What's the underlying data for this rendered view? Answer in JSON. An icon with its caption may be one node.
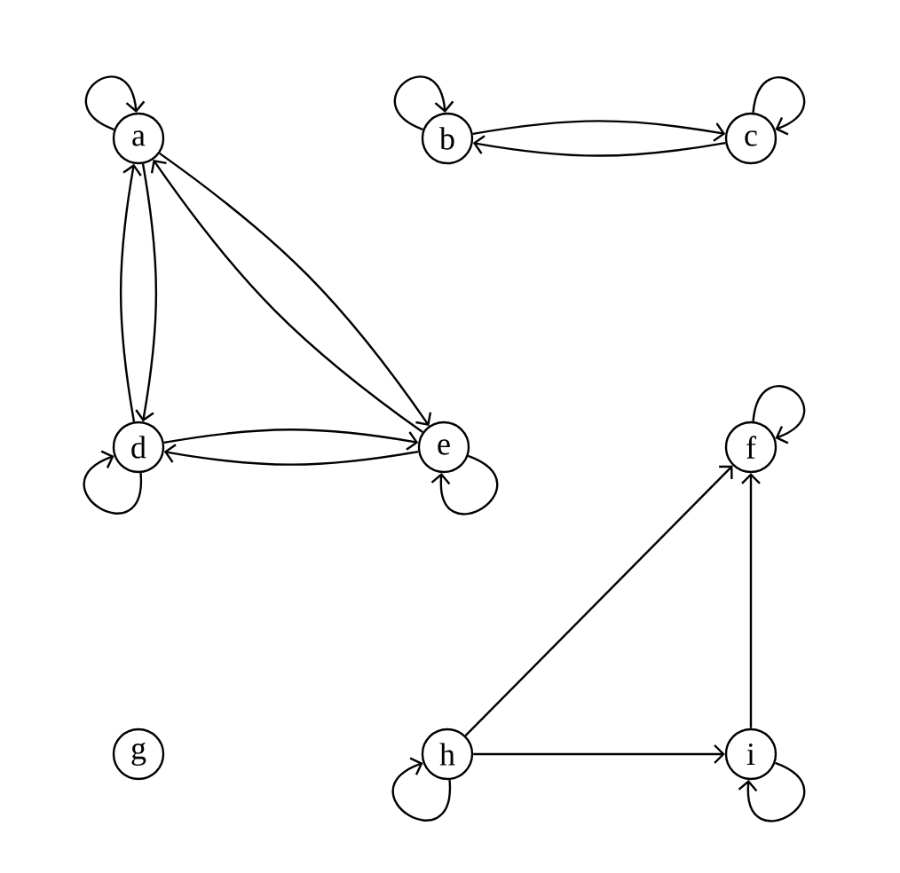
{
  "diagram": {
    "nodes": [
      {
        "text": [
          "a"
        ]
      },
      {
        "text": [
          "b"
        ]
      },
      {
        "text": [
          "c"
        ]
      },
      {
        "text": [
          "d"
        ]
      },
      {
        "text": [
          "e"
        ]
      },
      {
        "text": [
          "f"
        ]
      },
      {
        "text": [
          "g"
        ]
      },
      {
        "text": [
          "h"
        ]
      },
      {
        "text": [
          "i"
        ]
      }
    ],
    "edges": [
      {
        "from": 0,
        "to": 0,
        "arrow": "to"
      },
      {
        "from": 1,
        "to": 1,
        "arrow": "to"
      },
      {
        "from": 2,
        "to": 2,
        "arrow": "to"
      },
      {
        "from": 3,
        "to": 3,
        "arrow": "to"
      },
      {
        "from": 4,
        "to": 4,
        "arrow": "to"
      },
      {
        "from": 5,
        "to": 5,
        "arrow": "to"
      },
      {
        "from": 7,
        "to": 7,
        "arrow": "to"
      },
      {
        "from": 8,
        "to": 8,
        "arrow": "to"
      },
      {
        "from": 0,
        "to": 3,
        "arrow": "to"
      },
      {
        "from": 3,
        "to": 0,
        "arrow": "to"
      },
      {
        "from": 0,
        "to": 4,
        "arrow": "to"
      },
      {
        "from": 4,
        "to": 0,
        "arrow": "to"
      },
      {
        "from": 3,
        "to": 4,
        "arrow": "to"
      },
      {
        "from": 4,
        "to": 3,
        "arrow": "to"
      },
      {
        "from": 1,
        "to": 2,
        "arrow": "to"
      },
      {
        "from": 2,
        "to": 1,
        "arrow": "to"
      },
      {
        "from": 7,
        "to": 5,
        "arrow": "to"
      },
      {
        "from": 7,
        "to": 8,
        "arrow": "to"
      },
      {
        "from": 8,
        "to": 5,
        "arrow": "to"
      }
    ]
  }
}
